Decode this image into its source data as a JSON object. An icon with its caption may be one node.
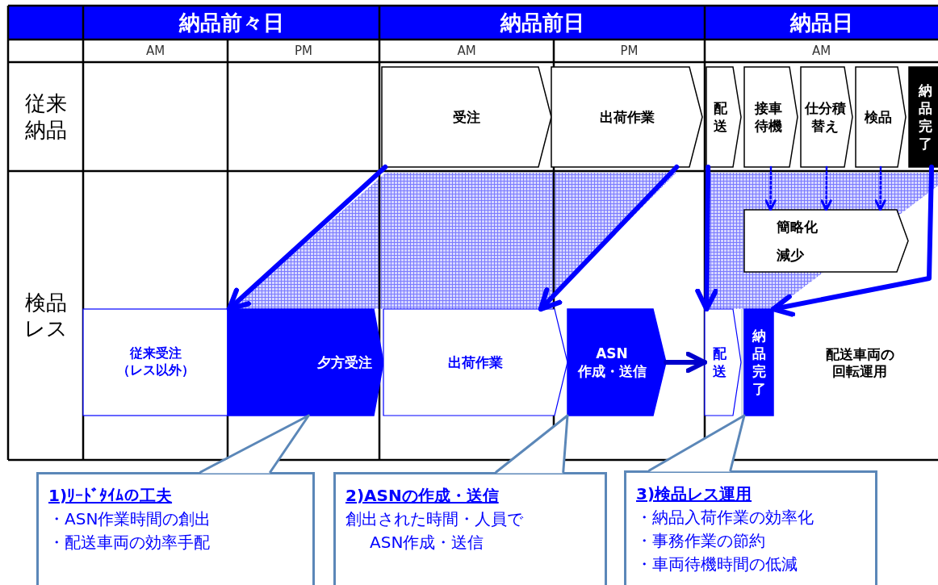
{
  "diagram": {
    "nodes": [
      {
        "text": [
          "受注"
        ]
      },
      {
        "text": [
          "出荷作業"
        ]
      },
      {
        "text": [
          "配送"
        ]
      },
      {
        "text": [
          "接車待機"
        ]
      },
      {
        "text": [
          "仕分積替え"
        ]
      },
      {
        "text": [
          "検品"
        ]
      },
      {
        "text": [
          "納品完了"
        ]
      },
      {
        "text": [
          "簡略化",
          "減少"
        ]
      },
      {
        "text": [
          "従来受注（レス以外）"
        ]
      },
      {
        "text": [
          "夕方受注"
        ]
      },
      {
        "text": [
          "出荷作業"
        ]
      },
      {
        "text": [
          "ASN 作成・送信"
        ]
      },
      {
        "text": [
          "配送"
        ]
      },
      {
        "text": [
          "納品完了"
        ]
      },
      {
        "text": [
          "1)ﾘｰﾄﾞﾀｲﾑの工夫",
          "・ASN作業時間の創出",
          "・配送車両の効率手配"
        ]
      },
      {
        "text": [
          "2)ASNの作成・送信",
          "創出された時間・人員でASN作成・送信"
        ]
      },
      {
        "text": [
          "3)検品レス運用",
          "・納品入荷作業の効率化",
          "・事務作業の節約",
          "・車両待機時間の低減"
        ]
      }
    ],
    "edges": [
      {
        "from": 0,
        "to": 9,
        "arrow": "to",
        "style": "thick"
      },
      {
        "from": 1,
        "to": 10,
        "arrow": "to",
        "style": "thick"
      },
      {
        "from": 2,
        "to": 12,
        "arrow": "to",
        "style": "thick"
      },
      {
        "from": 6,
        "to": 13,
        "arrow": "to",
        "style": "thick"
      },
      {
        "from": 3,
        "to": 7,
        "arrow": "to",
        "style": "dashed"
      },
      {
        "from": 4,
        "to": 7,
        "arrow": "to",
        "style": "dashed"
      },
      {
        "from": 5,
        "to": 7,
        "arrow": "to",
        "style": "dashed"
      },
      {
        "from": 11,
        "to": 12,
        "arrow": "to",
        "style": "thick"
      },
      {
        "from": 14,
        "to": 9,
        "arrow": "none",
        "color": "#5b87b8"
      },
      {
        "from": 15,
        "to": 11,
        "arrow": "none",
        "color": "#5b87b8"
      },
      {
        "from": 16,
        "to": 13,
        "arrow": "none",
        "color": "#5b87b8"
      }
    ],
    "labels": [
      "納品前々日",
      "納品前日",
      "納品日",
      "AM",
      "PM",
      "AM",
      "PM",
      "AM",
      "従来納品",
      "検品レス",
      "配送車両の回転運用"
    ]
  }
}
